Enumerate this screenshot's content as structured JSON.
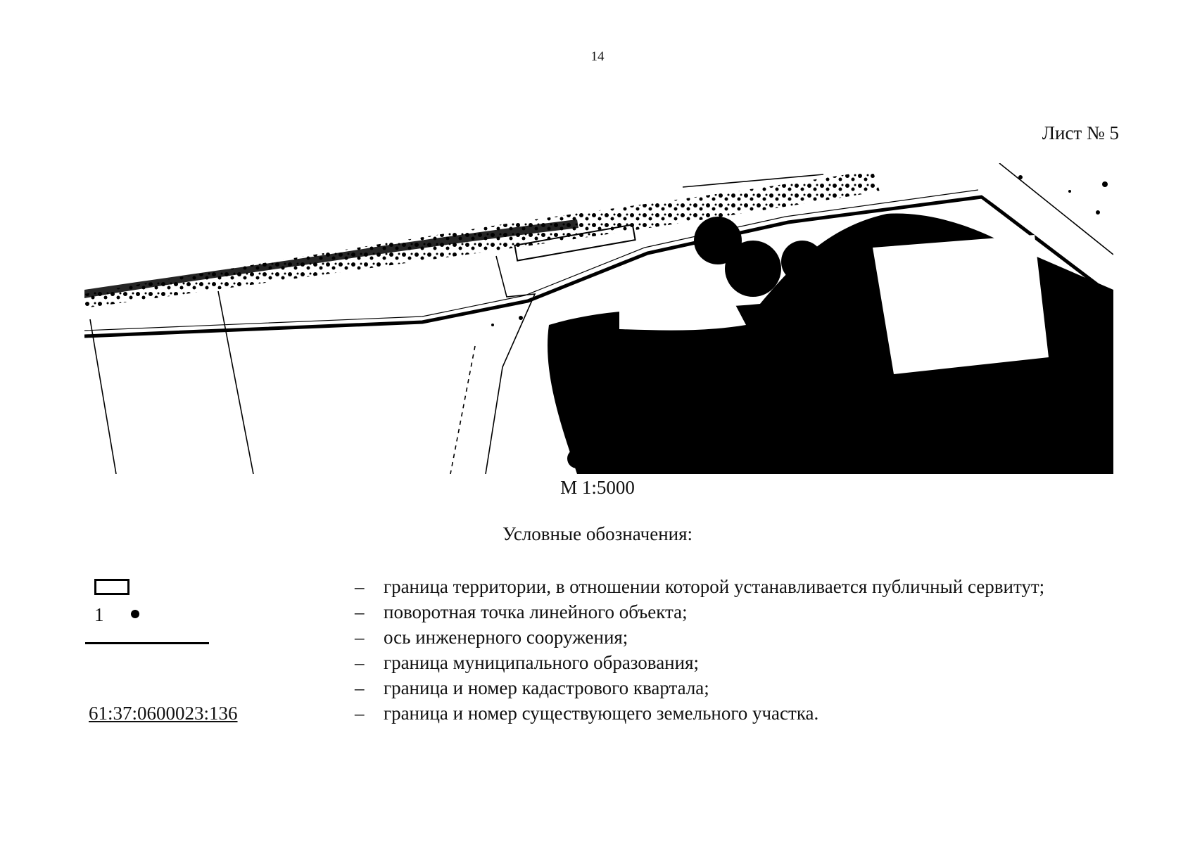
{
  "page": {
    "number": "14",
    "sheet": "Лист № 5"
  },
  "map": {
    "scale": "М 1:5000",
    "colors": {
      "ink": "#000000",
      "paper": "#ffffff"
    }
  },
  "legend": {
    "title": "Условные обозначения:",
    "dash": "–",
    "items": [
      {
        "symbol": "rectangle-outline",
        "text": "граница территории, в отношении которой устанавливается публичный сервитут;"
      },
      {
        "symbol": "numbered-point",
        "symbol_label": "1",
        "text": "поворотная точка линейного объекта;"
      },
      {
        "symbol": "solid-line",
        "text": "ось инженерного сооружения;"
      },
      {
        "symbol": "none",
        "text": "граница муниципального образования;"
      },
      {
        "symbol": "none",
        "text": "граница и номер кадастрового квартала;"
      },
      {
        "symbol": "cadastral-number",
        "symbol_label": "61:37:0600023:136",
        "text": "граница и номер существующего земельного участка."
      }
    ]
  }
}
